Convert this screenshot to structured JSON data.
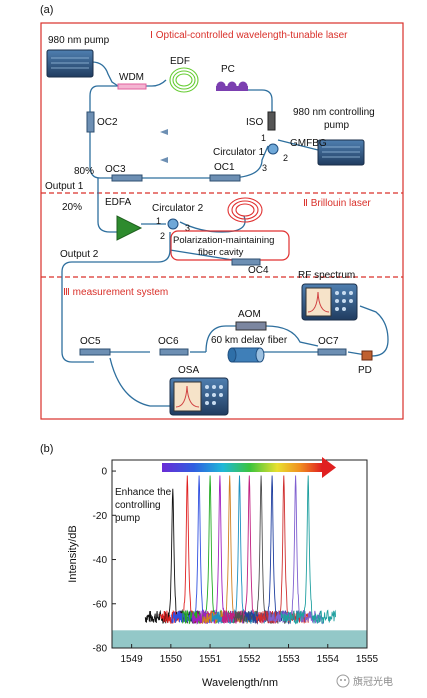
{
  "panel_a": {
    "label": "(a)",
    "sections": {
      "s1": "Ⅰ  Optical-controlled wavelength-tunable laser",
      "s2": "Ⅱ  Brillouin laser",
      "s3": "Ⅲ  measurement system"
    },
    "components": {
      "pump980": "980 nm pump",
      "wdm": "WDM",
      "edf": "EDF",
      "pc": "PC",
      "iso": "ISO",
      "ctrl_pump_1": "980 nm controlling",
      "ctrl_pump_2": "pump",
      "gmfbg": "GMFBG",
      "oc2": "OC2",
      "circ1": "Circulator 1",
      "port1": "1",
      "port2": "2",
      "port3": "3",
      "pct80": "80%",
      "oc3": "OC3",
      "oc1": "OC1",
      "output1": "Output 1",
      "pct20": "20%",
      "edfa": "EDFA",
      "circ2": "Circulator 2",
      "c2p1": "1",
      "c2p2": "2",
      "c2p3": "3",
      "cavity1": "Polarization-maintaining",
      "cavity2": "fiber cavity",
      "output2": "Output 2",
      "oc4": "OC4",
      "rf": "RF spectrum",
      "aom": "AOM",
      "oc5": "OC5",
      "oc6": "OC6",
      "delay": "60 km delay fiber",
      "oc7": "OC7",
      "osa": "OSA",
      "pd": "PD"
    },
    "colors": {
      "frame": "#d9302a",
      "fiber": "#2e6f9e",
      "edf": "#66cc33",
      "pc": "#7b3fb0",
      "wdm": "#e2609e",
      "edfa": "#2e8b2e",
      "cavity": "#e03030"
    }
  },
  "panel_b": {
    "label": "(b)",
    "annotation": [
      "Enhance the",
      "controlling",
      "pump"
    ],
    "watermark": "旗冠光电"
  },
  "chart_data": {
    "type": "line",
    "xlabel": "Wavelength/nm",
    "ylabel": "Intensity/dB",
    "xlim": [
      1548.5,
      1555
    ],
    "ylim": [
      -80,
      5
    ],
    "xticks": [
      1549,
      1550,
      1551,
      1552,
      1553,
      1554,
      1555
    ],
    "yticks": [
      0,
      -20,
      -40,
      -60,
      -80
    ],
    "peaks_nm": [
      1550.05,
      1550.42,
      1550.72,
      1551.0,
      1551.25,
      1551.5,
      1551.75,
      1552.0,
      1552.3,
      1552.58,
      1552.88,
      1553.18,
      1553.5
    ],
    "peak_levels_db": [
      -8,
      -2,
      -2,
      -2,
      -2,
      -2,
      -2,
      -2,
      -2,
      -2,
      -2,
      -2,
      -2
    ],
    "series_colors": [
      "#111111",
      "#e02020",
      "#3050e0",
      "#22aa22",
      "#a020c0",
      "#d08020",
      "#1e90c0",
      "#c02080",
      "#505050",
      "#2040a0",
      "#d03030",
      "#8060d0",
      "#20a0a0"
    ],
    "noise_floor_db": -72,
    "grid": false
  }
}
